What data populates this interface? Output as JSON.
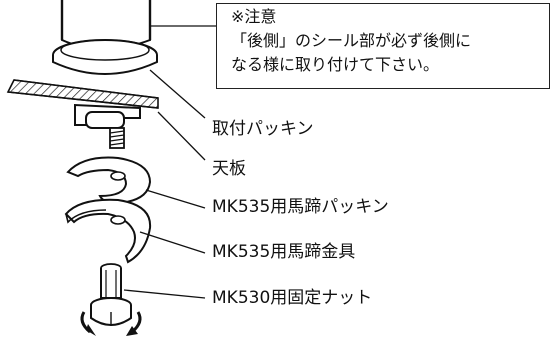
{
  "note": {
    "heading": "※注意",
    "line1": "「後側」のシール部が必ず後側に",
    "line2": "なる様に取り付けて下さい。"
  },
  "labels": {
    "gasket": "取付パッキン",
    "counter": "天板",
    "horseshoe_packing": "MK535用馬蹄パッキン",
    "horseshoe_metal": "MK535用馬蹄金具",
    "fixing_nut": "MK530用固定ナット"
  }
}
